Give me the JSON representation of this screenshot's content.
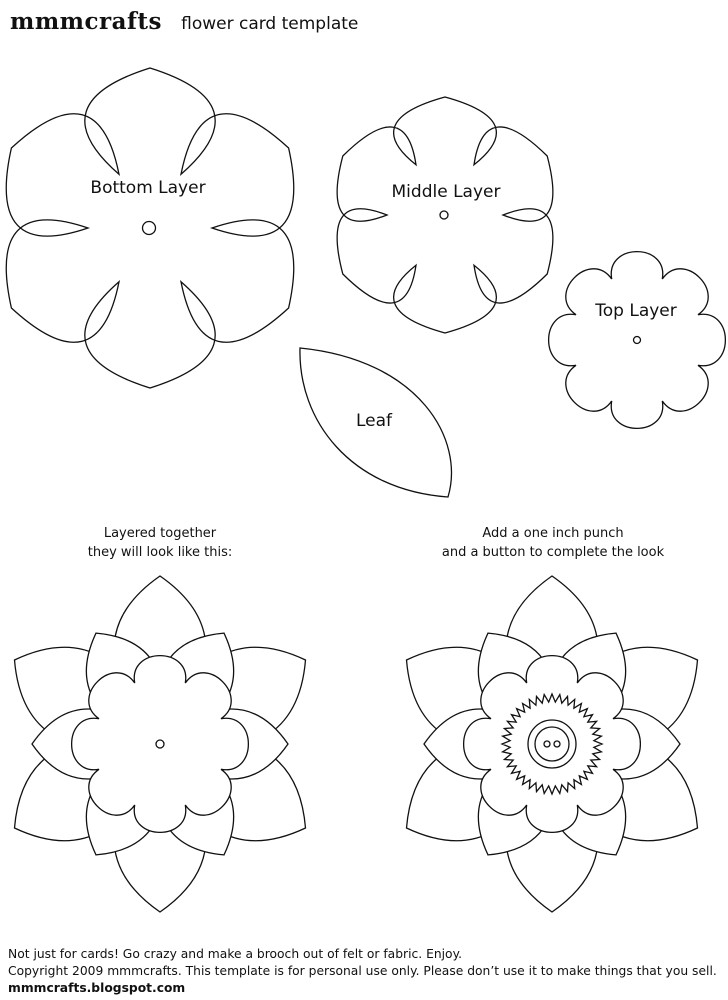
{
  "header": {
    "brand": "mmmcrafts",
    "subtitle": "flower card template"
  },
  "pieces": {
    "bottom": "Bottom Layer",
    "middle": "Middle Layer",
    "top": "Top Layer",
    "leaf": "Leaf"
  },
  "captions": {
    "left": [
      "Layered together",
      "they will look like this:"
    ],
    "right": [
      "Add a one inch punch",
      "and a button to complete the look"
    ]
  },
  "footer": {
    "line1": "Not just for cards! Go crazy and make a brooch out of felt or fabric.  Enjoy.",
    "line2": "Copyright 2009 mmmcrafts. This template is for personal use only. Please don’t use it to make things that you sell.",
    "url": "mmmcrafts.blogspot.com"
  }
}
